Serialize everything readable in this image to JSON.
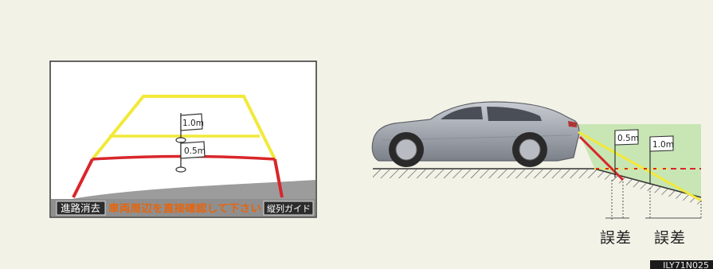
{
  "monitor": {
    "flag_far": "1.0m",
    "flag_near": "0.5m",
    "btn_clear_route": "進路消去",
    "warning": "車両周辺を直接確認して下さい",
    "btn_parallel_guide": "縦列ガイド"
  },
  "side_view": {
    "flag_near": "0.5m",
    "flag_far": "1.0m",
    "error_label_1": "誤差",
    "error_label_2": "誤差"
  },
  "image_code": "ILY71N025",
  "colors": {
    "guide_yellow": "#f2e93a",
    "guide_red": "#d8262b",
    "zone_green": "#c8e6b4",
    "warning_orange": "#e8640a",
    "bar_gray": "#8f8f8f"
  }
}
